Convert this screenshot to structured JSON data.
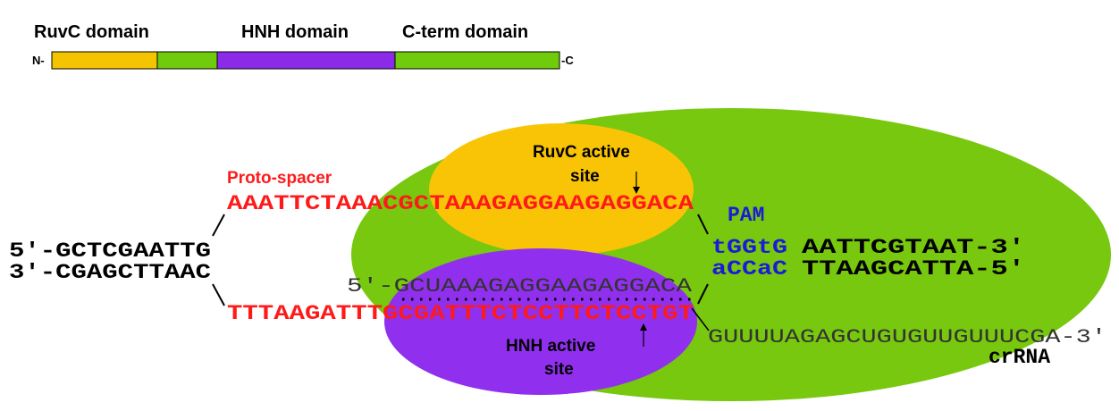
{
  "domain_bar": {
    "labels": [
      "RuvC domain",
      "HNH domain",
      "C-term domain"
    ],
    "n_label": "N-",
    "c_label": "-C",
    "segments": [
      {
        "color": "#f5c400"
      },
      {
        "color": "#6fcb0c"
      },
      {
        "color": "#8b2be8"
      },
      {
        "color": "#6fcb0c"
      }
    ]
  },
  "colors": {
    "outer": "#77c80f",
    "ruvc": "#f9c406",
    "hnh": "#9030ee",
    "protospacer": "#ff1a1a",
    "pam": "#1a1ad8",
    "black": "#000000",
    "rna": "#333333"
  },
  "labels": {
    "protospacer": "Proto-spacer",
    "ruvc_site_line1": "RuvC active",
    "ruvc_site_line2": "site",
    "hnh_site_line1": "HNH active",
    "hnh_site_line2": "site",
    "pam": "PAM",
    "crrna": "crRNA"
  },
  "sequences": {
    "top_left": "5′-GCTCGAATTG",
    "bottom_left": "3′-CGAGCTTAAC",
    "top_protospacer": "AAATTCTAAACGCTAAAGAGGAAGAGGACA",
    "bottom_protospacer": "TTTAAGATTTGCGATTTCTCCTTCTCCTGT",
    "pam_top": "tGGtG",
    "pam_bottom": "aCCaC",
    "top_right": "AATTCGTAAT-3′",
    "bottom_right": "TTAAGCATTA-5′",
    "crrna_spacer": "5′-GCUAAAGAGGAAGAGGACA",
    "crrna_tail": "GUUUUAGAGCUGUGUUGUUUCGA-3′"
  }
}
